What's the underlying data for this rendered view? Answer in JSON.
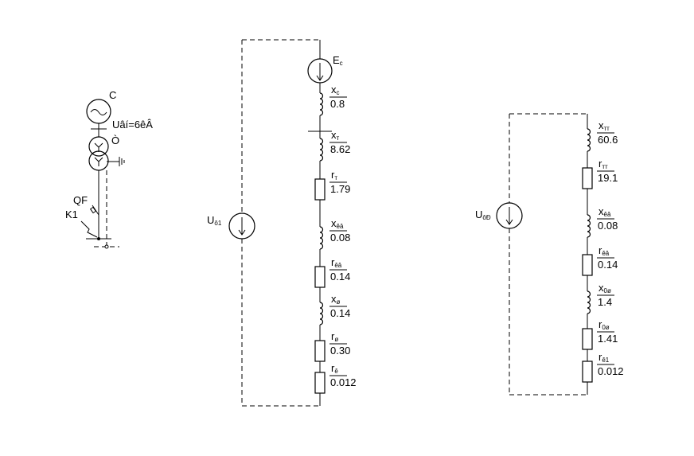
{
  "one_line": {
    "source_label": "C",
    "voltage_label": "Uâí=6êÂ",
    "transformer_label": "Ò",
    "breaker_label": "QF",
    "fault_label": "K1"
  },
  "circuit1": {
    "source_label": "U",
    "source_sub": "ô1",
    "emf_label": "E",
    "emf_sub": "c",
    "elements": [
      {
        "kind": "inductor",
        "name": "x",
        "sub": "c",
        "value": "0.8"
      },
      {
        "kind": "inductor",
        "name": "x",
        "sub": "т",
        "value": "8.62"
      },
      {
        "kind": "resistor",
        "name": "r",
        "sub": "т",
        "value": "1.79"
      },
      {
        "kind": "inductor",
        "name": "x",
        "sub": "êâ",
        "value": "0.08"
      },
      {
        "kind": "resistor",
        "name": "r",
        "sub": "êâ",
        "value": "0.14"
      },
      {
        "kind": "inductor",
        "name": "x",
        "sub": "ø",
        "value": "0.14"
      },
      {
        "kind": "resistor",
        "name": "r",
        "sub": "ø",
        "value": "0.30"
      },
      {
        "kind": "resistor",
        "name": "r",
        "sub": "ê",
        "value": "0.012"
      }
    ]
  },
  "circuit2": {
    "source_label": "U",
    "source_sub": "ôÐ",
    "elements": [
      {
        "kind": "inductor",
        "name": "x",
        "sub": "тт",
        "value": "60.6"
      },
      {
        "kind": "resistor",
        "name": "r",
        "sub": "тт",
        "value": "19.1"
      },
      {
        "kind": "inductor",
        "name": "x",
        "sub": "êâ",
        "value": "0.08"
      },
      {
        "kind": "resistor",
        "name": "r",
        "sub": "êâ",
        "value": "0.14"
      },
      {
        "kind": "inductor",
        "name": "x",
        "sub": "0ø",
        "value": "1.4"
      },
      {
        "kind": "resistor",
        "name": "r",
        "sub": "0ø",
        "value": "1.41"
      },
      {
        "kind": "resistor",
        "name": "r",
        "sub": "ê1",
        "value": "0.012"
      }
    ]
  }
}
